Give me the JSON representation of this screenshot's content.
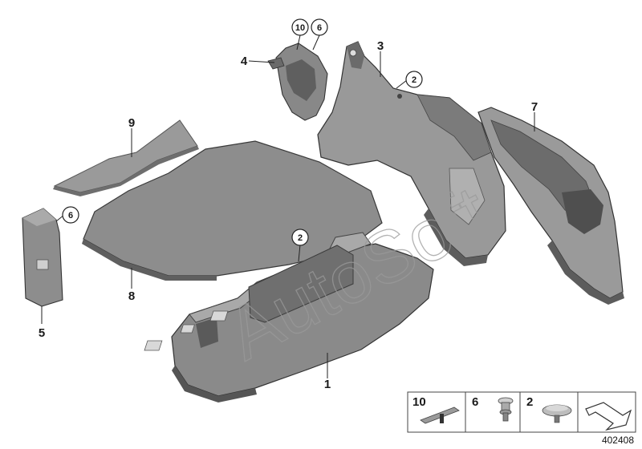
{
  "parts": [
    {
      "id": "1",
      "label": "1"
    },
    {
      "id": "2",
      "label": "2"
    },
    {
      "id": "3",
      "label": "3"
    },
    {
      "id": "4",
      "label": "4"
    },
    {
      "id": "5",
      "label": "5"
    },
    {
      "id": "6",
      "label": "6"
    },
    {
      "id": "7",
      "label": "7"
    },
    {
      "id": "8",
      "label": "8"
    },
    {
      "id": "9",
      "label": "9"
    },
    {
      "id": "10",
      "label": "10"
    }
  ],
  "callouts": {
    "c10_top": "10",
    "c6_top": "6",
    "c2_top": "2",
    "c6_left": "6",
    "c2_mid": "2"
  },
  "legend": {
    "items": [
      {
        "label": "10",
        "icon": "edge-clip-icon"
      },
      {
        "label": "6",
        "icon": "push-rivet-icon"
      },
      {
        "label": "2",
        "icon": "expanding-rivet-icon"
      }
    ],
    "arrow_icon": "direction-arrow-icon"
  },
  "diagram_number": "402408",
  "watermark": "AutoSoft",
  "colors": {
    "part_fill": "#8a8a8a",
    "part_dark": "#5f5f5f",
    "part_light": "#b4b4b4",
    "outline": "#333333"
  }
}
